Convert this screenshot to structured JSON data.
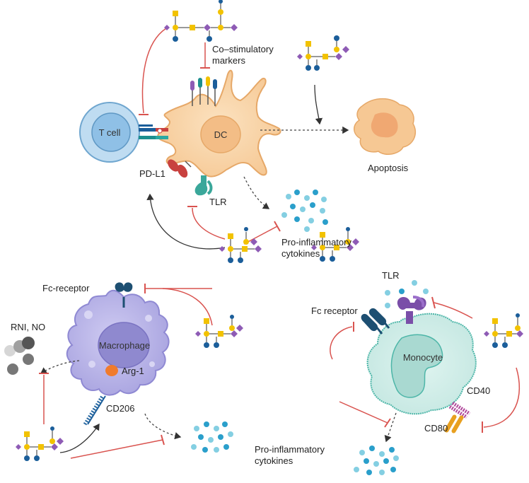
{
  "colors": {
    "inhibit": "#d9534f",
    "arrow": "#333333",
    "galactose": "#f2c200",
    "glcnac": "#1b5e9a",
    "sialic": "#8e5bb5",
    "tcell": "#a7d0ec",
    "dc": "#f9d6a8",
    "macrophage": "#b7b3e8",
    "monocyte": "#cdebe6"
  },
  "labels": {
    "costim_line1": "Co–stimulatory",
    "costim_line2": "markers",
    "tcell": "T cell",
    "dc": "DC",
    "apoptosis": "Apoptosis",
    "pdl1": "PD-L1",
    "tlr_top": "TLR",
    "cyto_top_line1": "Pro-inflammatory",
    "cyto_top_line2": "cytokines",
    "fc_receptor_left": "Fc-receptor",
    "rni_no": "RNI, NO",
    "macrophage": "Macrophage",
    "arg1": "Arg-1",
    "cd206": "CD206",
    "cyto_bottom_line1": "Pro-inflammatory",
    "cyto_bottom_line2": "cytokines",
    "tlr_right": "TLR",
    "fc_receptor_right": "Fc receptor",
    "monocyte": "Monocyte",
    "cd40": "CD40",
    "cd80": "CD80"
  },
  "icons": {
    "glycan": "glycan-icon",
    "cytokine": "cytokine-dot-icon",
    "receptor": "receptor-icon"
  }
}
